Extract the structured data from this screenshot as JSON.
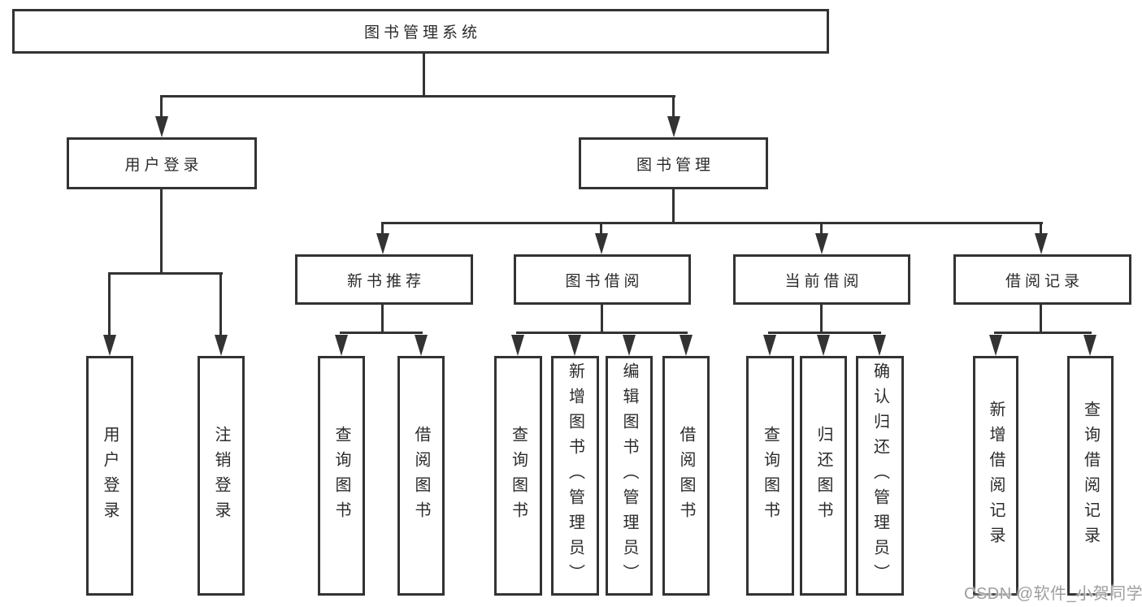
{
  "colors": {
    "line": "#333333",
    "text": "#2b2b2b",
    "background": "#ffffff",
    "watermark": "#9e9e9e"
  },
  "nodes": {
    "root": {
      "label": "图书管理系统"
    },
    "l2": [
      {
        "label": "用户登录"
      },
      {
        "label": "图书管理"
      }
    ],
    "l3": [
      {
        "label": "新书推荐"
      },
      {
        "label": "图书借阅"
      },
      {
        "label": "当前借阅"
      },
      {
        "label": "借阅记录"
      }
    ],
    "leaves": {
      "userLogin": [
        {
          "label": "用户登录"
        },
        {
          "label": "注销登录"
        }
      ],
      "newBooks": [
        {
          "label": "查询图书"
        },
        {
          "label": "借阅图书"
        }
      ],
      "borrow": [
        {
          "label": "查询图书"
        },
        {
          "label": "新增图书（管理员）"
        },
        {
          "label": "编辑图书（管理员）"
        },
        {
          "label": "借阅图书"
        }
      ],
      "current": [
        {
          "label": "查询图书"
        },
        {
          "label": "归还图书"
        },
        {
          "label": "确认归还（管理员）"
        }
      ],
      "records": [
        {
          "label": "新增借阅记录"
        },
        {
          "label": "查询借阅记录"
        }
      ]
    }
  },
  "watermark": {
    "text": "CSDN @软件_小贺同学"
  }
}
